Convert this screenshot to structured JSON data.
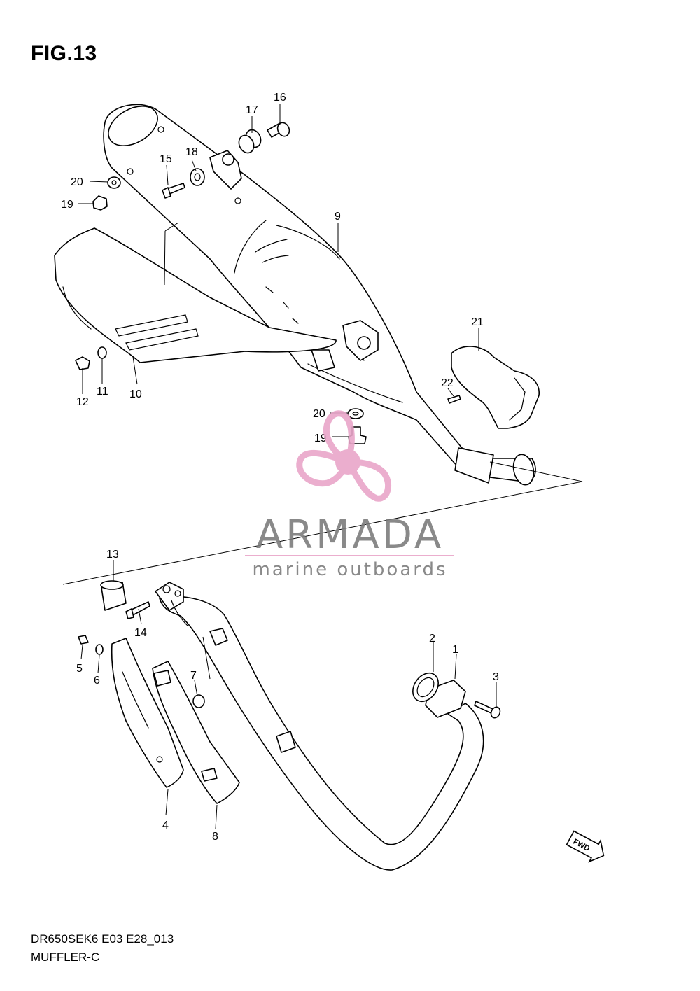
{
  "figure": {
    "title": "FIG.13",
    "model_code": "DR650SEK6 E03 E28_013",
    "section_name": "MUFFLER-C"
  },
  "watermark": {
    "brand": "ARMADA",
    "tagline": "marine outboards",
    "icon": "propeller-logo-icon",
    "color": "#e9a6c9"
  },
  "direction_badge": "FWD",
  "callouts": [
    {
      "id": "c1",
      "label": "1"
    },
    {
      "id": "c2",
      "label": "2"
    },
    {
      "id": "c3",
      "label": "3"
    },
    {
      "id": "c4",
      "label": "4"
    },
    {
      "id": "c5",
      "label": "5"
    },
    {
      "id": "c6",
      "label": "6"
    },
    {
      "id": "c7",
      "label": "7"
    },
    {
      "id": "c8",
      "label": "8"
    },
    {
      "id": "c9",
      "label": "9"
    },
    {
      "id": "c10",
      "label": "10"
    },
    {
      "id": "c11",
      "label": "11"
    },
    {
      "id": "c12",
      "label": "12"
    },
    {
      "id": "c13",
      "label": "13"
    },
    {
      "id": "c14",
      "label": "14"
    },
    {
      "id": "c15",
      "label": "15"
    },
    {
      "id": "c16",
      "label": "16"
    },
    {
      "id": "c17",
      "label": "17"
    },
    {
      "id": "c18",
      "label": "18"
    },
    {
      "id": "c19a",
      "label": "19"
    },
    {
      "id": "c19b",
      "label": "19"
    },
    {
      "id": "c20a",
      "label": "20"
    },
    {
      "id": "c20b",
      "label": "20"
    },
    {
      "id": "c21",
      "label": "21"
    },
    {
      "id": "c22",
      "label": "22"
    }
  ]
}
